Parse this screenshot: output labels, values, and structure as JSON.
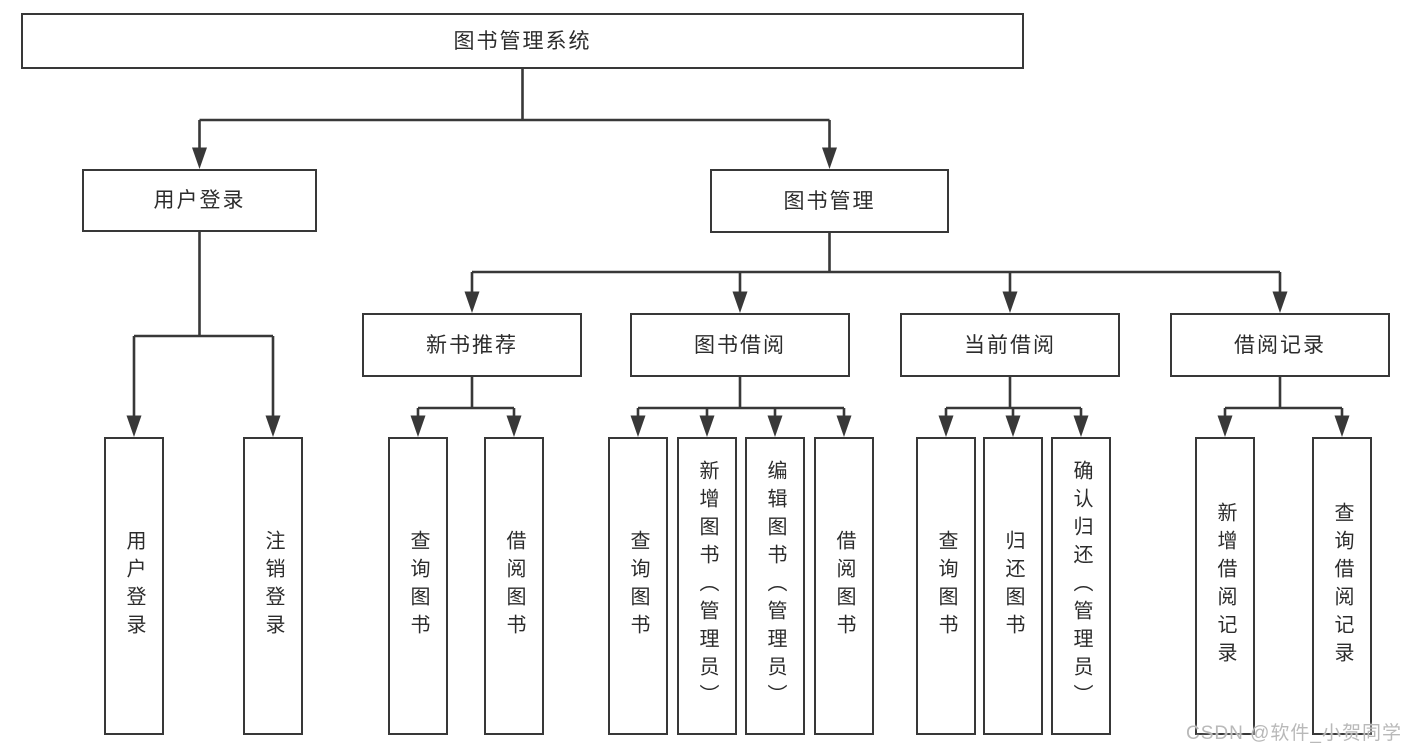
{
  "colors": {
    "line": "#383838",
    "text": "#2c2c2c",
    "box_bg": "#ffffff",
    "background": "#ffffff",
    "watermark": "#b9b9b9"
  },
  "watermark": "CSDN @软件_小贺同学",
  "tree": {
    "root": {
      "label": "图书管理系统",
      "children": [
        {
          "label": "用户登录",
          "children": [
            {
              "label": "用户登录"
            },
            {
              "label": "注销登录"
            }
          ]
        },
        {
          "label": "图书管理",
          "children": [
            {
              "label": "新书推荐",
              "children": [
                {
                  "label": "查询图书"
                },
                {
                  "label": "借阅图书"
                }
              ]
            },
            {
              "label": "图书借阅",
              "children": [
                {
                  "label": "查询图书"
                },
                {
                  "label": "新增图书（管理员）"
                },
                {
                  "label": "编辑图书（管理员）"
                },
                {
                  "label": "借阅图书"
                }
              ]
            },
            {
              "label": "当前借阅",
              "children": [
                {
                  "label": "查询图书"
                },
                {
                  "label": "归还图书"
                },
                {
                  "label": "确认归还（管理员）"
                }
              ]
            },
            {
              "label": "借阅记录",
              "children": [
                {
                  "label": "新增借阅记录"
                },
                {
                  "label": "查询借阅记录"
                }
              ]
            }
          ]
        }
      ]
    }
  }
}
